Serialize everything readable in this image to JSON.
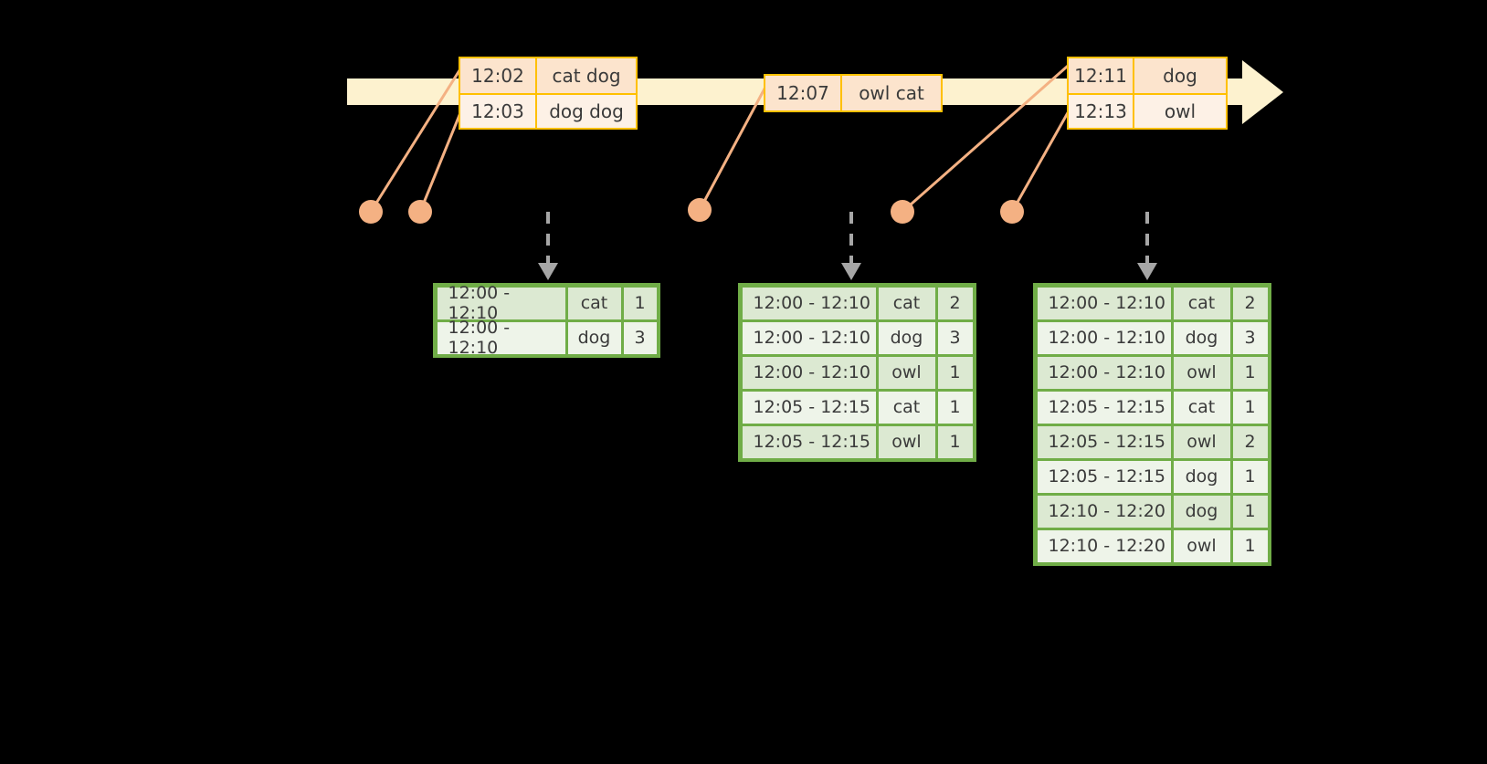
{
  "timeline": {
    "bar_color": "#fdf2cf",
    "event_border": "#ffc000",
    "events": [
      {
        "id": "event-group-1",
        "rows": [
          {
            "time": "12:02",
            "words": "cat dog"
          },
          {
            "time": "12:03",
            "words": "dog dog"
          }
        ]
      },
      {
        "id": "event-group-2",
        "rows": [
          {
            "time": "12:07",
            "words": "owl cat"
          }
        ]
      },
      {
        "id": "event-group-3",
        "rows": [
          {
            "time": "12:11",
            "words": "dog"
          },
          {
            "time": "12:13",
            "words": "owl"
          }
        ]
      }
    ],
    "markers": [
      {
        "name": "marker-12-02"
      },
      {
        "name": "marker-12-03"
      },
      {
        "name": "marker-12-07"
      },
      {
        "name": "marker-12-11"
      },
      {
        "name": "marker-12-13"
      }
    ],
    "marker_color": "#f4b183"
  },
  "tables": {
    "border_color": "#70ad47",
    "row_shade_a": "#dce9d2",
    "row_shade_b": "#eef4e9",
    "sets": [
      {
        "id": "window-table-1",
        "rows": [
          {
            "window": "12:00 - 12:10",
            "word": "cat",
            "count": "1"
          },
          {
            "window": "12:00 - 12:10",
            "word": "dog",
            "count": "3"
          }
        ]
      },
      {
        "id": "window-table-2",
        "rows": [
          {
            "window": "12:00 - 12:10",
            "word": "cat",
            "count": "2"
          },
          {
            "window": "12:00 - 12:10",
            "word": "dog",
            "count": "3"
          },
          {
            "window": "12:00 - 12:10",
            "word": "owl",
            "count": "1"
          },
          {
            "window": "12:05 - 12:15",
            "word": "cat",
            "count": "1"
          },
          {
            "window": "12:05 - 12:15",
            "word": "owl",
            "count": "1"
          }
        ]
      },
      {
        "id": "window-table-3",
        "rows": [
          {
            "window": "12:00 - 12:10",
            "word": "cat",
            "count": "2"
          },
          {
            "window": "12:00 - 12:10",
            "word": "dog",
            "count": "3"
          },
          {
            "window": "12:00 - 12:10",
            "word": "owl",
            "count": "1"
          },
          {
            "window": "12:05 - 12:15",
            "word": "cat",
            "count": "1"
          },
          {
            "window": "12:05 - 12:15",
            "word": "owl",
            "count": "2"
          },
          {
            "window": "12:05 - 12:15",
            "word": "dog",
            "count": "1"
          },
          {
            "window": "12:10 - 12:20",
            "word": "dog",
            "count": "1"
          },
          {
            "window": "12:10 - 12:20",
            "word": "owl",
            "count": "1"
          }
        ]
      }
    ]
  },
  "arrows": {
    "dashed_color": "#a6a6a6",
    "connector_color": "#f4b183"
  }
}
